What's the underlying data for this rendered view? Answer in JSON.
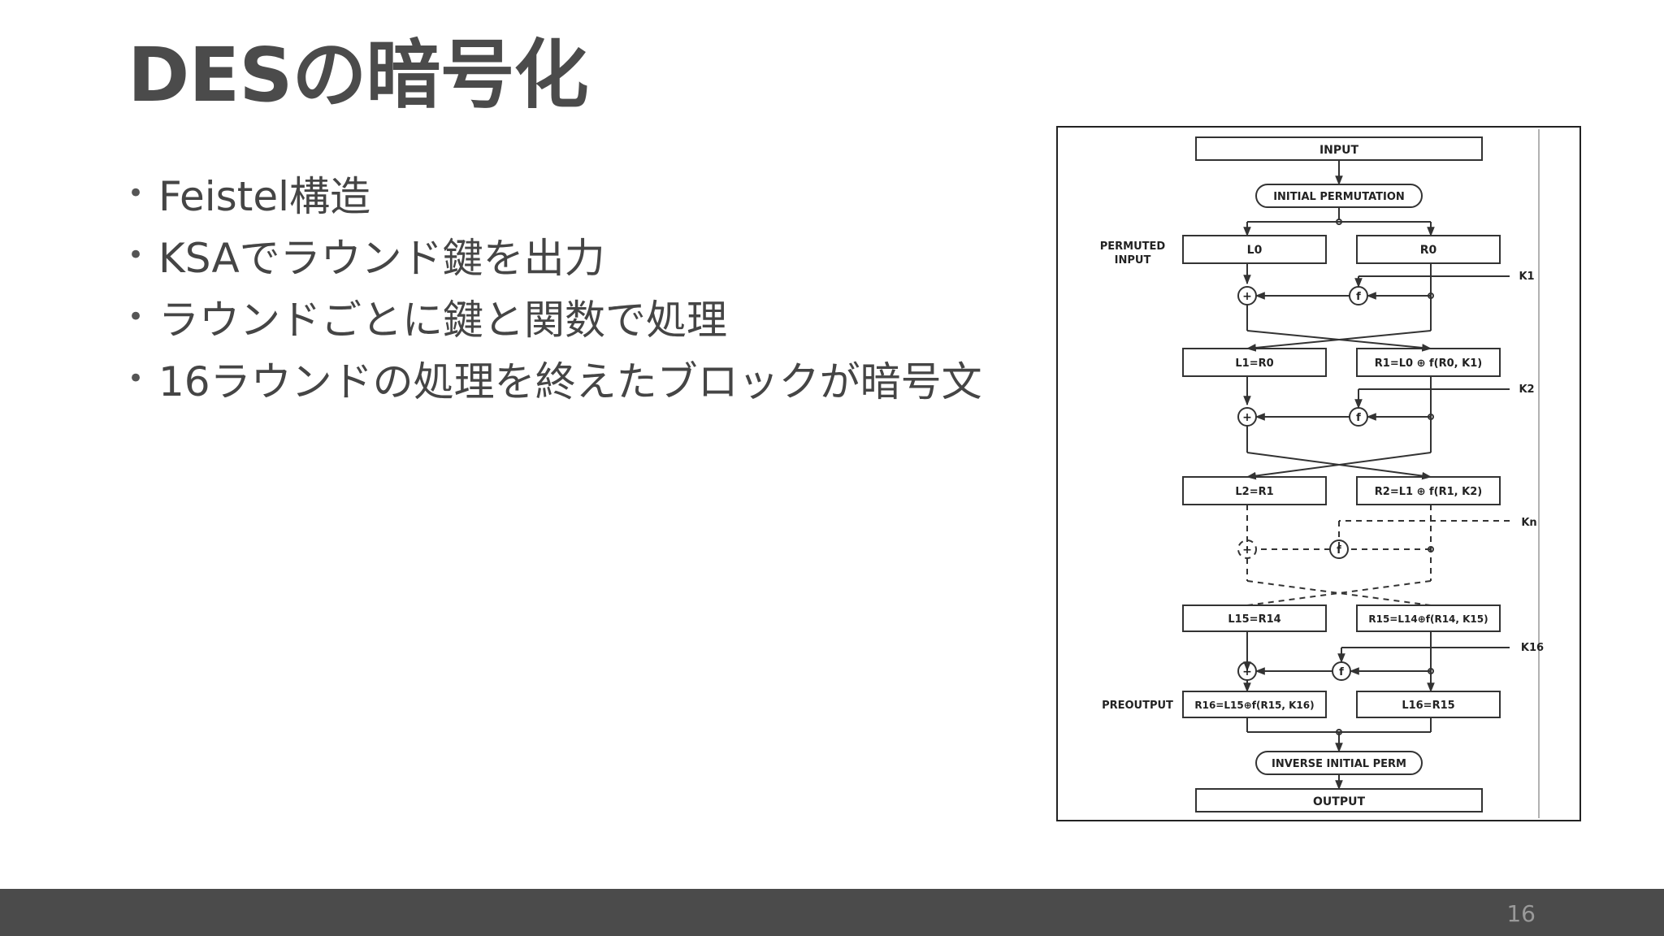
{
  "slide": {
    "title": "DESの暗号化",
    "bullets": [
      "Feistel構造",
      "KSAでラウンド鍵を出力",
      "ラウンドごとに鍵と関数で処理",
      "16ラウンドの処理を終えたブロックが暗号文"
    ],
    "page_number": "16"
  },
  "diagram": {
    "input": "INPUT",
    "initial_permutation": "INITIAL PERMUTATION",
    "permuted_input": [
      "PERMUTED",
      "INPUT"
    ],
    "l0": "L0",
    "r0": "R0",
    "k1": "K1",
    "l1": "L1=R0",
    "r1": "R1=L0 ⊕ f(R0, K1)",
    "k2": "K2",
    "l2": "L2=R1",
    "r2": "R2=L1 ⊕ f(R1, K2)",
    "kn": "Kn",
    "l15": "L15=R14",
    "r15": "R15=L14⊕f(R14, K15)",
    "k16": "K16",
    "preoutput": "PREOUTPUT",
    "r16": "R16=L15⊕f(R15, K16)",
    "l16": "L16=R15",
    "inverse_initial_perm": "INVERSE INITIAL PERM",
    "output": "OUTPUT",
    "xor_symbol": "+",
    "f_symbol": "f"
  }
}
